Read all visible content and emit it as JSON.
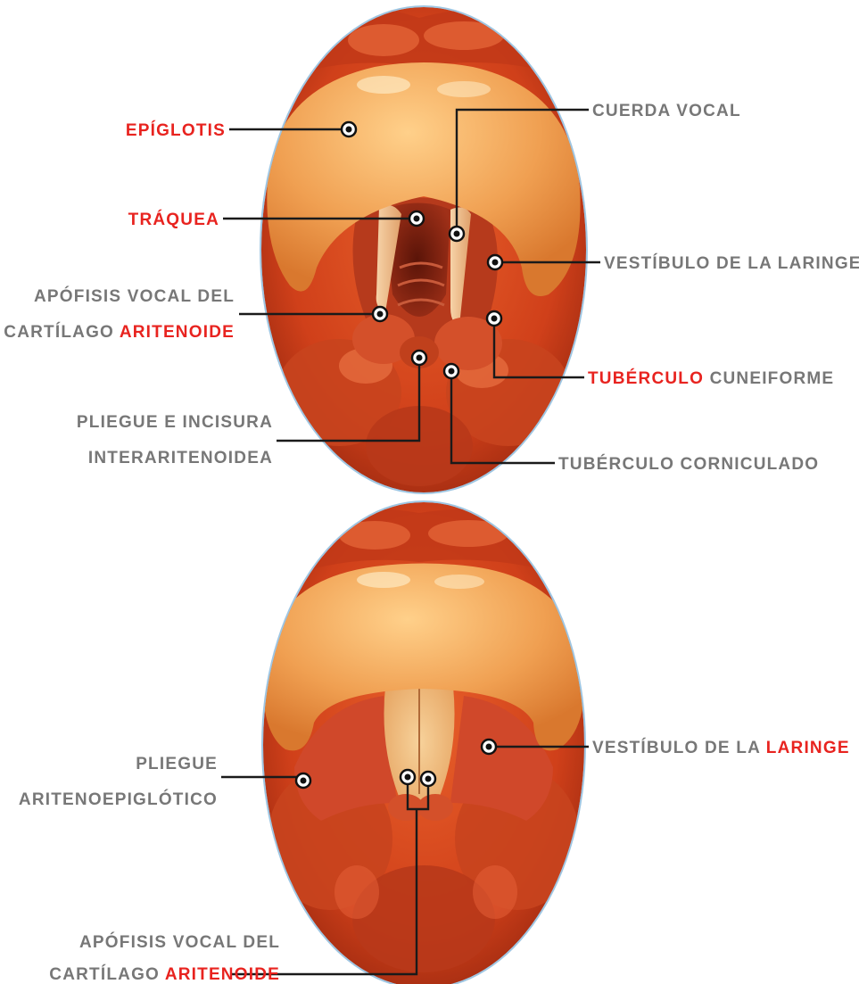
{
  "top_view": {
    "labels": {
      "epiglotis": "EPÍGLOTIS",
      "traquea": "TRÁQUEA",
      "apofisis_line1": "APÓFISIS VOCAL DEL",
      "apofisis_line2_prefix": "CARTÍLAGO",
      "apofisis_line2_highlight": "ARITENOIDE",
      "pliegue_line1": "PLIEGUE E INCISURA",
      "pliegue_line2": "INTERARITENOIDEA",
      "cuerda_vocal": "CUERDA VOCAL",
      "vestibulo": "VESTÍBULO DE LA LARINGE",
      "tuberculo_cuneiforme_highlight": "TUBÉRCULO",
      "tuberculo_cuneiforme_rest": "CUNEIFORME",
      "tuberculo_corniculado": "TUBÉRCULO CORNICULADO"
    }
  },
  "bottom_view": {
    "labels": {
      "pliegue_line1": "PLIEGUE",
      "pliegue_line2": "ARITENOEPIGLÓTICO",
      "vestibulo_prefix": "VESTÍBULO DE LA",
      "vestibulo_highlight": "LARINGE",
      "apofisis_line1": "APÓFISIS VOCAL DEL",
      "apofisis_line2_prefix": "CARTÍLAGO",
      "apofisis_line2_highlight": "ARITENOIDE"
    }
  },
  "colors": {
    "highlight": "#e8231f",
    "label_gray": "#777777",
    "tissue": "#d9441c",
    "epiglottis": "#f2a35a",
    "outline": "#8fb8d8"
  }
}
